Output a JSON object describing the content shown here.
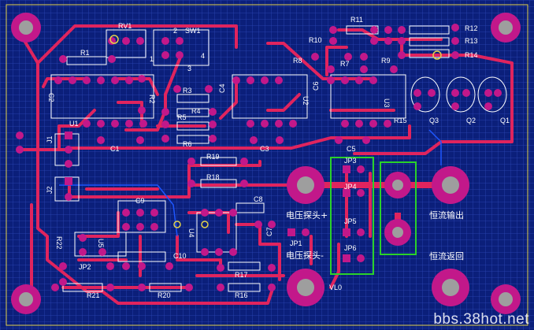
{
  "colors": {
    "board": "#0b1f7a",
    "grid": "#2b47b8",
    "trace": "#e0245e",
    "trace_blue": "#1e56ff",
    "pad": "#c2188a",
    "hole": "#9e9e9e",
    "silk": "#ffffff",
    "highlight": "#2ad12a",
    "outline": "#e3d24a"
  },
  "labels": {
    "rv1": "RV1",
    "sw1": "SW1",
    "r1": "R1",
    "r2": "R2",
    "r3": "R3",
    "r4": "R4",
    "r5": "R5",
    "r6": "R6",
    "r7": "R7",
    "r8": "R8",
    "r9": "R9",
    "r10": "R10",
    "r11": "R11",
    "r12": "R12",
    "r13": "R13",
    "r14": "R14",
    "r15": "R15",
    "r16": "R16",
    "r17": "R17",
    "r18": "R18",
    "r19": "R19",
    "r20": "R20",
    "r21": "R21",
    "r22": "R22",
    "c1": "C1",
    "c2": "C2",
    "c3": "C3",
    "c4": "C4",
    "c5": "C5",
    "c6": "C6",
    "c7": "C7",
    "c8": "C8",
    "c9": "C9",
    "c10": "C10",
    "u1": "U1",
    "u2": "U2",
    "u3": "U3",
    "u4": "U4",
    "u5": "U5",
    "q1": "Q1",
    "q2": "Q2",
    "q3": "Q3",
    "j1": "J1",
    "j2": "J2",
    "jp1": "JP1",
    "jp2": "JP2",
    "jp3": "JP3",
    "jp4": "JP4",
    "jp5": "JP5",
    "jp6": "JP6",
    "vl0": "VL0",
    "probe1": "电压探头+",
    "probe2": "电压探头-",
    "out_pos": "恒流输出",
    "out_ret": "恒流返回",
    "sw_pins": [
      "2",
      "3",
      "4",
      "1"
    ]
  },
  "watermark": "bbs.38hot.net"
}
